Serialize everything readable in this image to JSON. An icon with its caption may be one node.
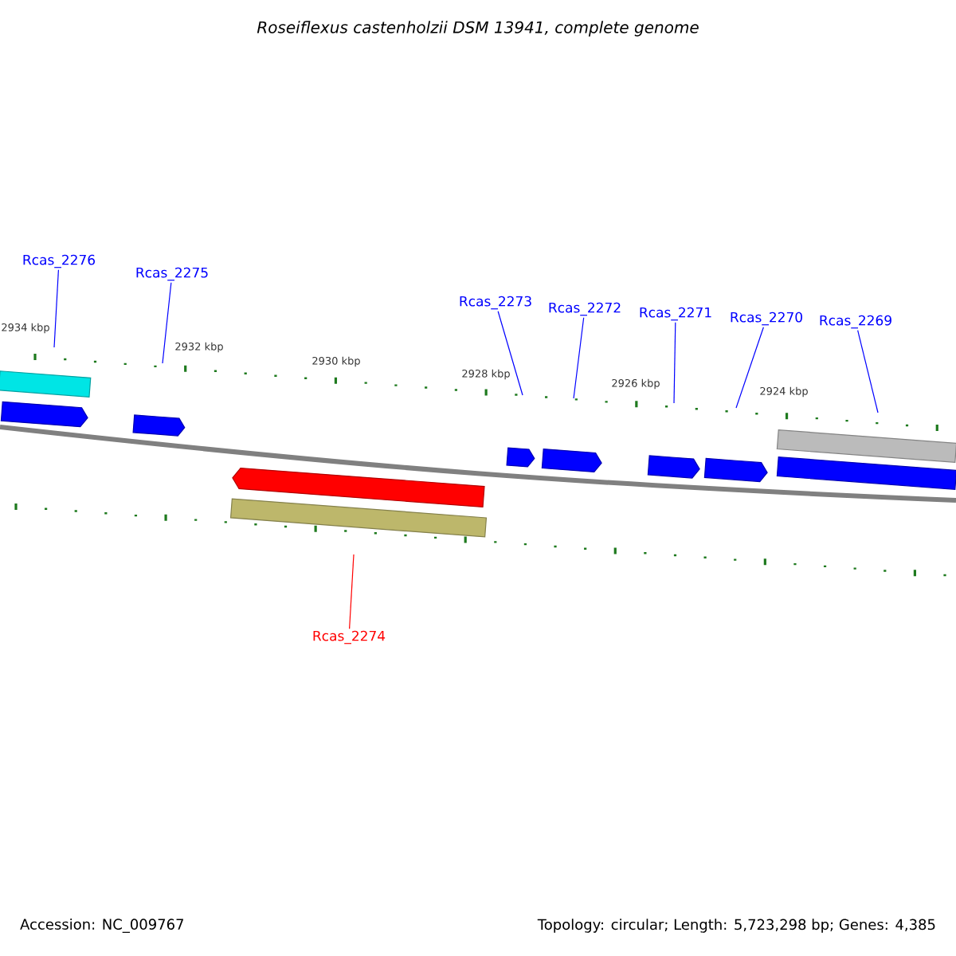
{
  "diagram": {
    "title": "Roseiflexus castenholzii DSM 13941, complete genome",
    "nodes": [
      {
        "text": [
          "Rcas_2276"
        ]
      },
      {
        "text": [
          "Rcas_2275"
        ]
      },
      {
        "text": [
          "Rcas_2273"
        ]
      },
      {
        "text": [
          "Rcas_2272"
        ]
      },
      {
        "text": [
          "Rcas_2271"
        ]
      },
      {
        "text": [
          "Rcas_2270"
        ]
      },
      {
        "text": [
          "Rcas_2269"
        ]
      },
      {
        "text": [
          "Rcas_2274"
        ]
      }
    ],
    "edges": [
      {
        "from": 0,
        "to": null,
        "arrow": "none"
      },
      {
        "from": 1,
        "to": null,
        "arrow": "none"
      },
      {
        "from": 2,
        "to": null,
        "arrow": "none"
      },
      {
        "from": 3,
        "to": null,
        "arrow": "none"
      },
      {
        "from": 4,
        "to": null,
        "arrow": "none"
      },
      {
        "from": 5,
        "to": null,
        "arrow": "none"
      },
      {
        "from": 6,
        "to": null,
        "arrow": "none"
      },
      {
        "from": 7,
        "to": null,
        "arrow": "none",
        "color": "#ff0000"
      }
    ],
    "labels": [
      "2934 kbp",
      "2932 kbp",
      "2930 kbp",
      "2928 kbp",
      "2926 kbp",
      "2924 kbp",
      "Accession: NC_009767",
      "Topology: circular; Length: 5,723,298 bp; Genes: 4,385"
    ]
  }
}
